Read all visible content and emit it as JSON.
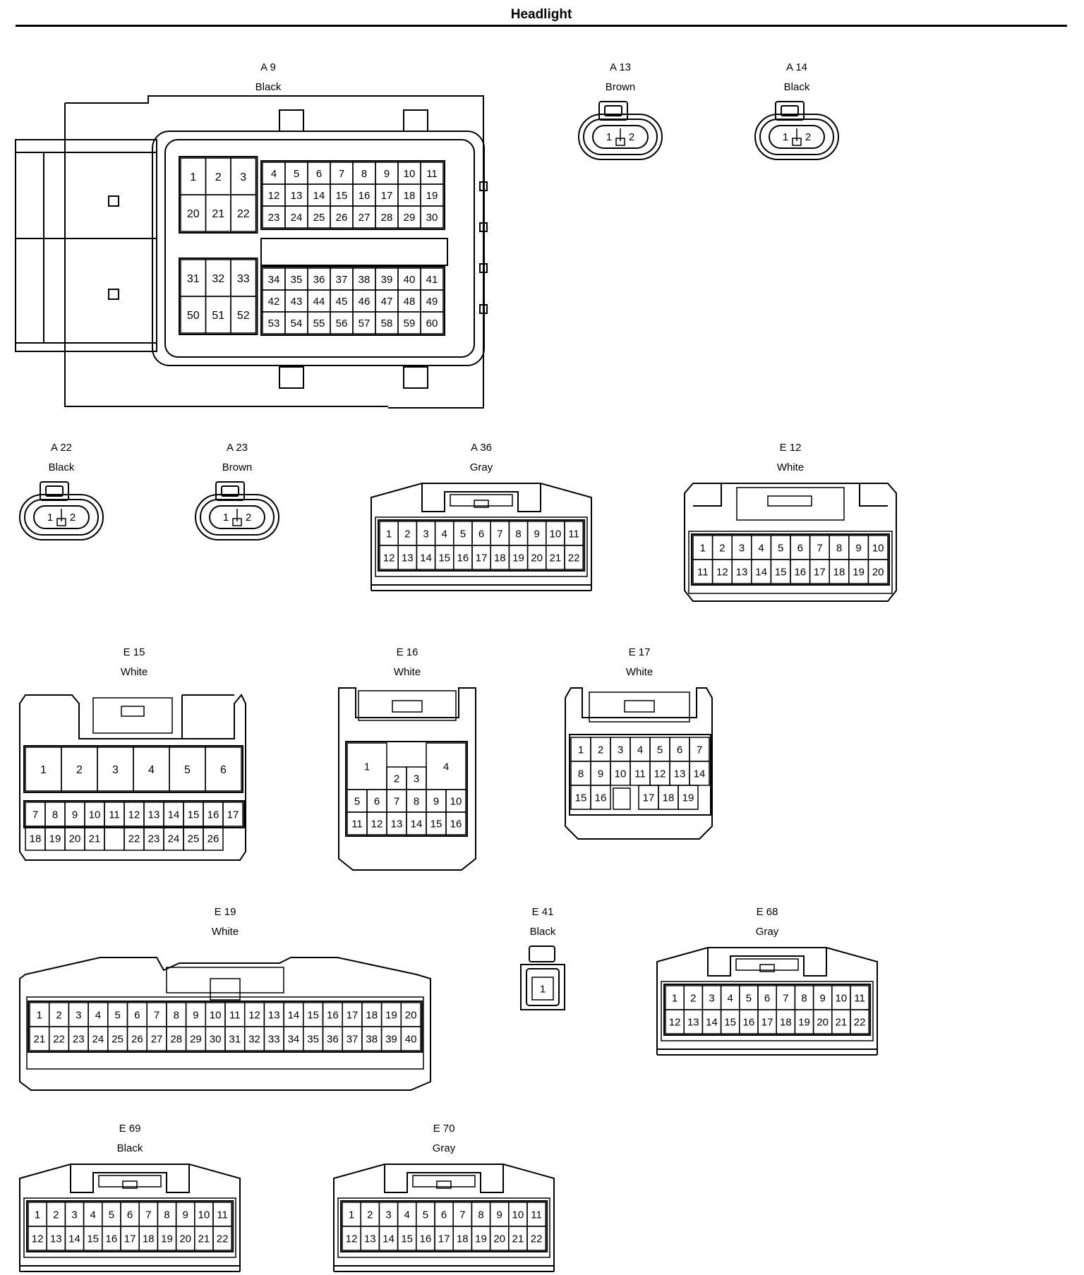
{
  "page": {
    "title": "Headlight"
  },
  "connectors": [
    {
      "id": "A9",
      "label": "A 9",
      "color": "Black",
      "pin_groups": [
        {
          "rows": [
            [
              1,
              2,
              3
            ],
            [
              20,
              21,
              22
            ]
          ]
        },
        {
          "rows": [
            [
              4,
              5,
              6,
              7,
              8,
              9,
              10,
              11
            ],
            [
              12,
              13,
              14,
              15,
              16,
              17,
              18,
              19
            ],
            [
              23,
              24,
              25,
              26,
              27,
              28,
              29,
              30
            ]
          ]
        },
        {
          "rows": [
            [
              31,
              32,
              33
            ],
            [
              50,
              51,
              52
            ]
          ]
        },
        {
          "rows": [
            [
              34,
              35,
              36,
              37,
              38,
              39,
              40,
              41
            ],
            [
              42,
              43,
              44,
              45,
              46,
              47,
              48,
              49
            ],
            [
              53,
              54,
              55,
              56,
              57,
              58,
              59,
              60
            ]
          ]
        }
      ]
    },
    {
      "id": "A13",
      "label": "A 13",
      "color": "Brown",
      "rows": [
        [
          1,
          2
        ]
      ]
    },
    {
      "id": "A14",
      "label": "A 14",
      "color": "Black",
      "rows": [
        [
          1,
          2
        ]
      ]
    },
    {
      "id": "A22",
      "label": "A 22",
      "color": "Black",
      "rows": [
        [
          1,
          2
        ]
      ]
    },
    {
      "id": "A23",
      "label": "A 23",
      "color": "Brown",
      "rows": [
        [
          1,
          2
        ]
      ]
    },
    {
      "id": "A36",
      "label": "A 36",
      "color": "Gray",
      "rows": [
        [
          1,
          2,
          3,
          4,
          5,
          6,
          7,
          8,
          9,
          10,
          11
        ],
        [
          12,
          13,
          14,
          15,
          16,
          17,
          18,
          19,
          20,
          21,
          22
        ]
      ]
    },
    {
      "id": "E12",
      "label": "E 12",
      "color": "White",
      "rows": [
        [
          1,
          2,
          3,
          4,
          5,
          6,
          7,
          8,
          9,
          10
        ],
        [
          11,
          12,
          13,
          14,
          15,
          16,
          17,
          18,
          19,
          20
        ]
      ]
    },
    {
      "id": "E15",
      "label": "E 15",
      "color": "White",
      "rows": [
        [
          1,
          2,
          3,
          4,
          5,
          6
        ],
        [
          7,
          8,
          9,
          10,
          11,
          12,
          13,
          14,
          15,
          16,
          17
        ],
        [
          18,
          19,
          20,
          21,
          null,
          22,
          23,
          24,
          25,
          26
        ]
      ]
    },
    {
      "id": "E16",
      "label": "E 16",
      "color": "White",
      "rows": [
        [
          1,
          2,
          3,
          4
        ],
        [
          5,
          6,
          7,
          8,
          9,
          10
        ],
        [
          11,
          12,
          13,
          14,
          15,
          16
        ]
      ]
    },
    {
      "id": "E17",
      "label": "E 17",
      "color": "White",
      "rows": [
        [
          1,
          2,
          3,
          4,
          5,
          6,
          7
        ],
        [
          8,
          9,
          10,
          11,
          12,
          13,
          14
        ],
        [
          15,
          16,
          null,
          17,
          18,
          19
        ]
      ]
    },
    {
      "id": "E19",
      "label": "E 19",
      "color": "White",
      "rows": [
        [
          1,
          2,
          3,
          4,
          5,
          6,
          7,
          8,
          9,
          10,
          11,
          12,
          13,
          14,
          15,
          16,
          17,
          18,
          19,
          20
        ],
        [
          21,
          22,
          23,
          24,
          25,
          26,
          27,
          28,
          29,
          30,
          31,
          32,
          33,
          34,
          35,
          36,
          37,
          38,
          39,
          40
        ]
      ]
    },
    {
      "id": "E41",
      "label": "E 41",
      "color": "Black",
      "rows": [
        [
          1
        ]
      ]
    },
    {
      "id": "E68",
      "label": "E 68",
      "color": "Gray",
      "rows": [
        [
          1,
          2,
          3,
          4,
          5,
          6,
          7,
          8,
          9,
          10,
          11
        ],
        [
          12,
          13,
          14,
          15,
          16,
          17,
          18,
          19,
          20,
          21,
          22
        ]
      ]
    },
    {
      "id": "E69",
      "label": "E 69",
      "color": "Black",
      "rows": [
        [
          1,
          2,
          3,
          4,
          5,
          6,
          7,
          8,
          9,
          10,
          11
        ],
        [
          12,
          13,
          14,
          15,
          16,
          17,
          18,
          19,
          20,
          21,
          22
        ]
      ]
    },
    {
      "id": "E70",
      "label": "E 70",
      "color": "Gray",
      "rows": [
        [
          1,
          2,
          3,
          4,
          5,
          6,
          7,
          8,
          9,
          10,
          11
        ],
        [
          12,
          13,
          14,
          15,
          16,
          17,
          18,
          19,
          20,
          21,
          22
        ]
      ]
    }
  ]
}
